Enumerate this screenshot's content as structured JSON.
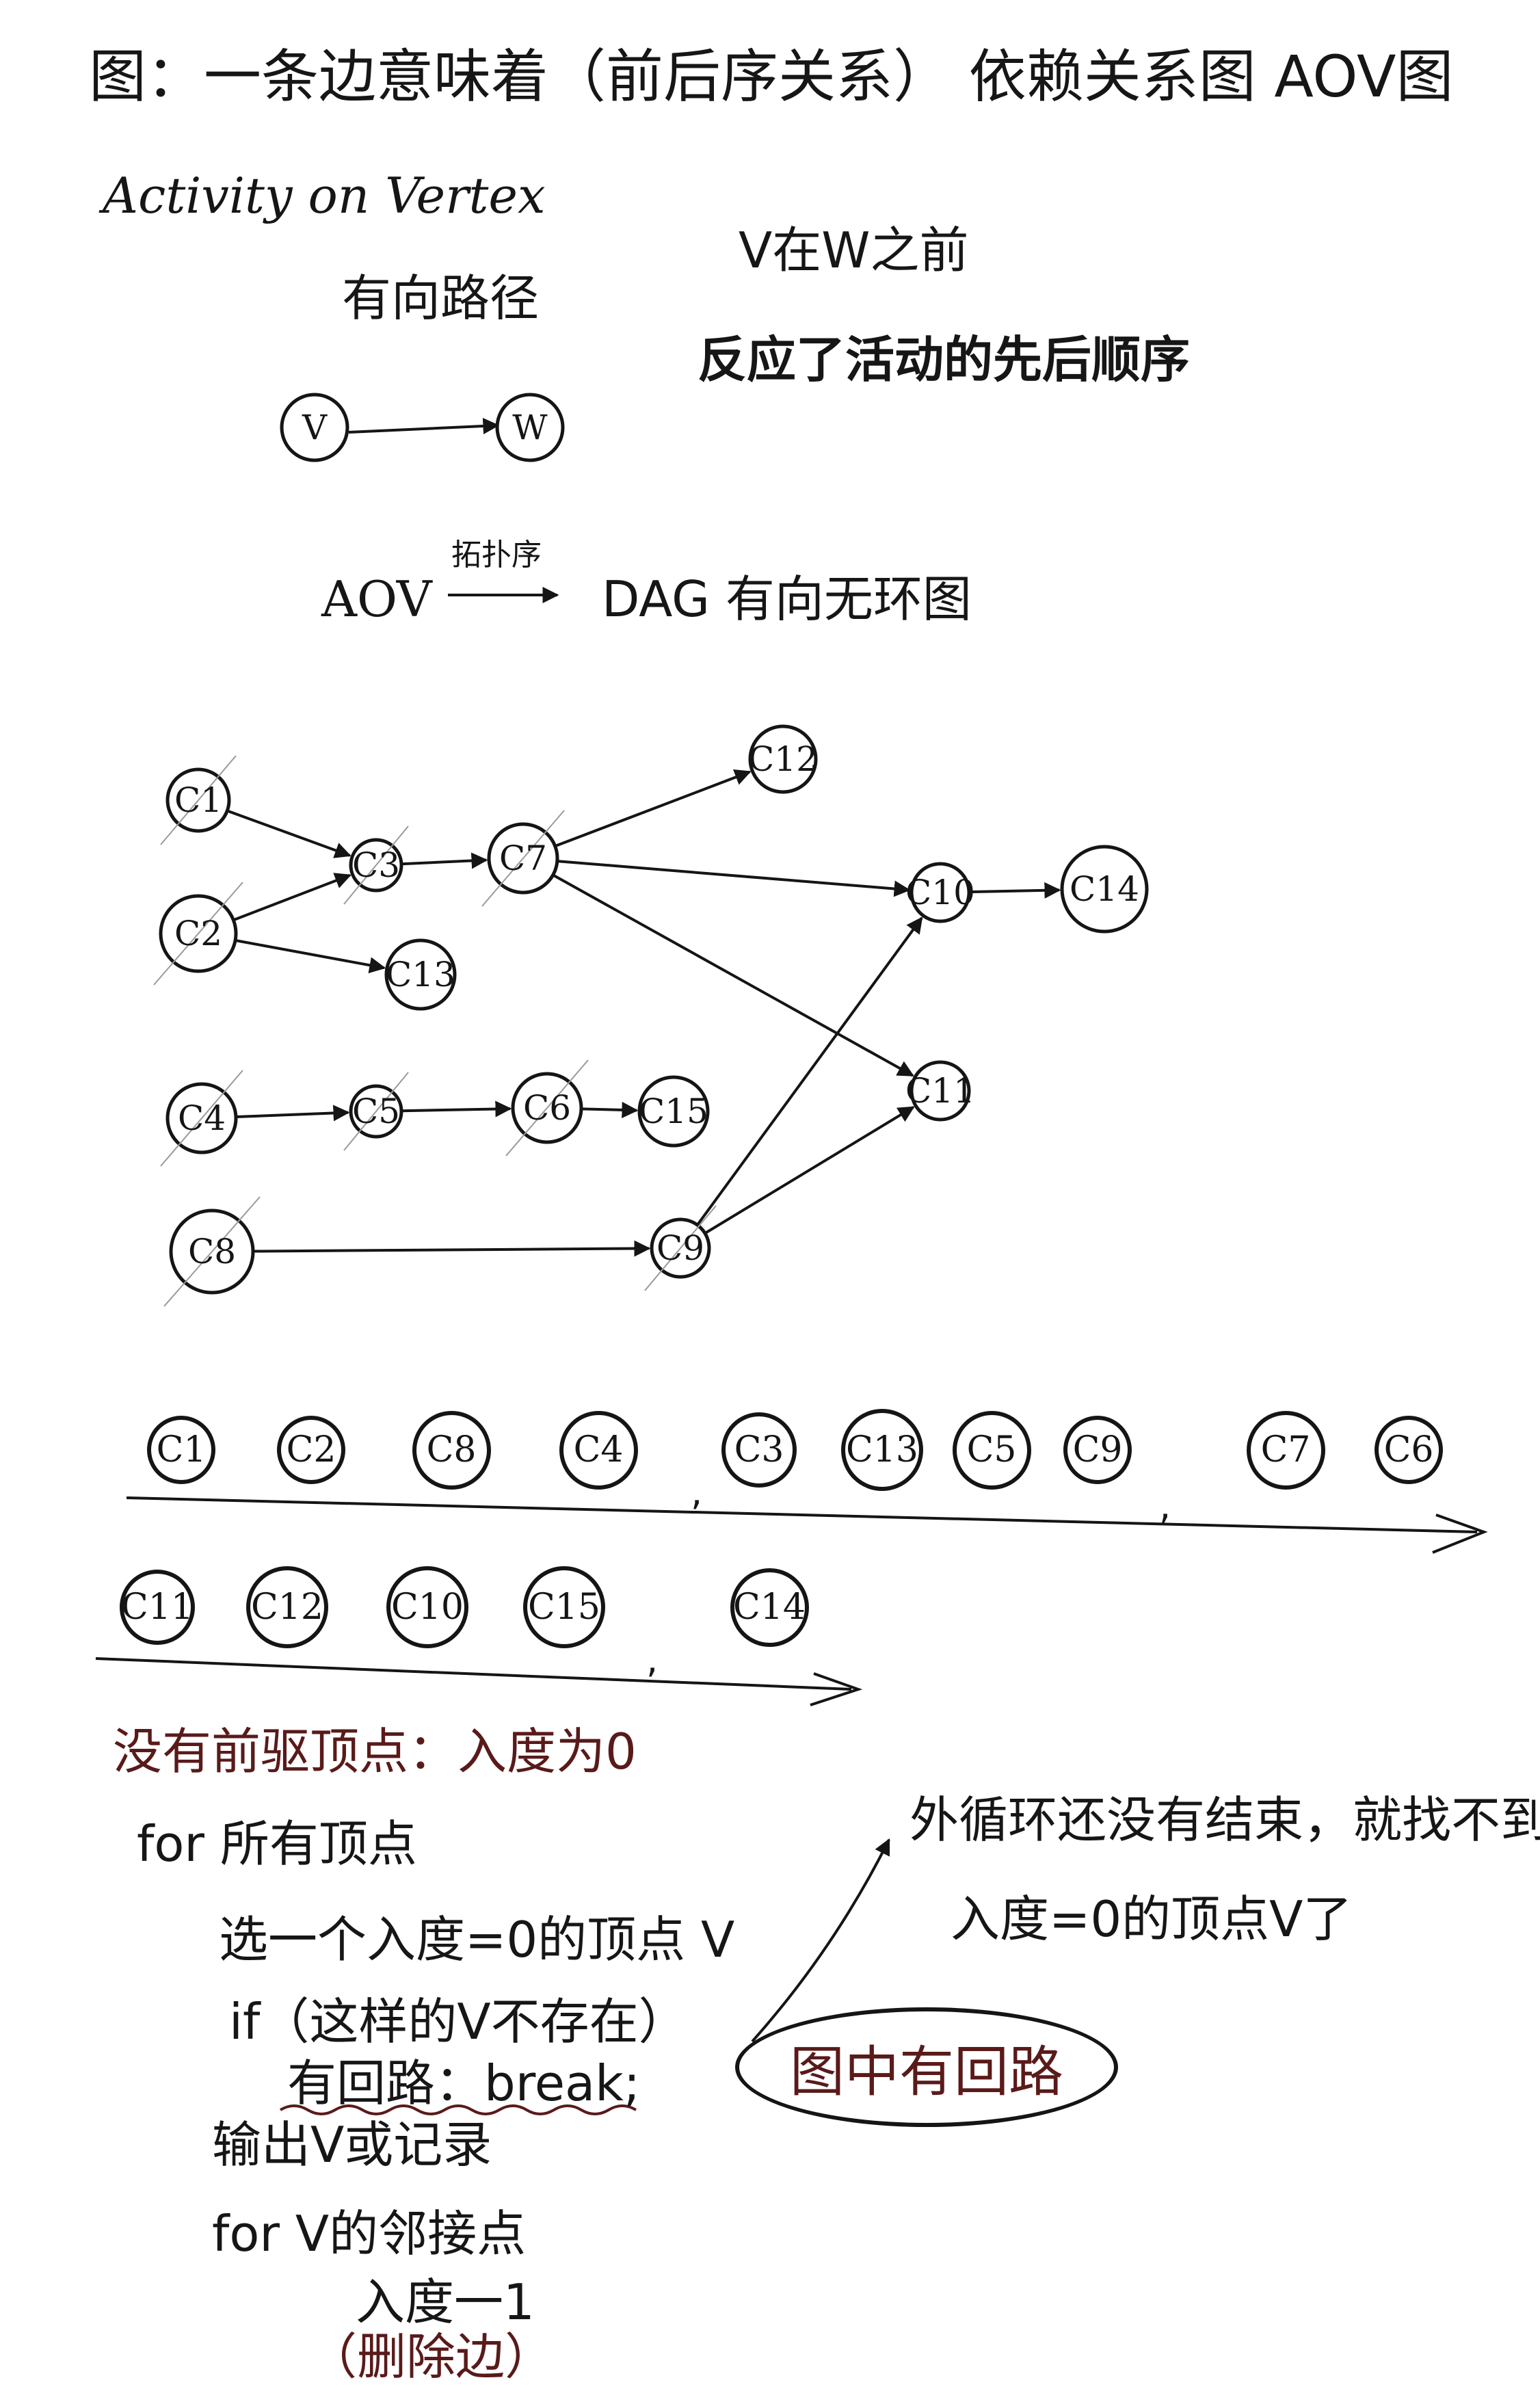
{
  "header": {
    "line1": "图：一条边意味着（前后序关系） 依赖关系图 AOV图",
    "line2": "Activity on Vertex"
  },
  "path_note": {
    "label": "有向路径",
    "v": "V",
    "w": "W",
    "before": "V在W之前",
    "meaning": "反应了活动的先后顺序"
  },
  "aov": {
    "left": "AOV",
    "arrow_label": "拓扑序",
    "right": "DAG 有向无环图"
  },
  "graph": {
    "nodes": [
      {
        "id": "C1",
        "label": "C1"
      },
      {
        "id": "C2",
        "label": "C2"
      },
      {
        "id": "C3",
        "label": "C3"
      },
      {
        "id": "C4",
        "label": "C4"
      },
      {
        "id": "C5",
        "label": "C5"
      },
      {
        "id": "C6",
        "label": "C6"
      },
      {
        "id": "C7",
        "label": "C7"
      },
      {
        "id": "C8",
        "label": "C8"
      },
      {
        "id": "C9",
        "label": "C9"
      },
      {
        "id": "C10",
        "label": "C10"
      },
      {
        "id": "C11",
        "label": "C11"
      },
      {
        "id": "C12",
        "label": "C12"
      },
      {
        "id": "C13",
        "label": "C13"
      },
      {
        "id": "C14",
        "label": "C14"
      },
      {
        "id": "C15",
        "label": "C15"
      }
    ],
    "edges": [
      [
        "C1",
        "C3"
      ],
      [
        "C2",
        "C3"
      ],
      [
        "C2",
        "C13"
      ],
      [
        "C3",
        "C7"
      ],
      [
        "C7",
        "C12"
      ],
      [
        "C7",
        "C10"
      ],
      [
        "C7",
        "C11"
      ],
      [
        "C10",
        "C14"
      ],
      [
        "C4",
        "C5"
      ],
      [
        "C5",
        "C6"
      ],
      [
        "C6",
        "C15"
      ],
      [
        "C8",
        "C9"
      ],
      [
        "C9",
        "C10"
      ],
      [
        "C9",
        "C11"
      ]
    ]
  },
  "order": {
    "row1": [
      "C1",
      "C2",
      "C8",
      "C4",
      "C3",
      "C13",
      "C5",
      "C9",
      "C7",
      "C6"
    ],
    "row2": [
      "C11",
      "C12",
      "C10",
      "C15",
      "C14"
    ],
    "separator": ","
  },
  "algorithm": {
    "heading": "没有前驱顶点：入度为0",
    "l1": "for  所有顶点",
    "l2": "选一个入度=0的顶点 V",
    "l3": "if（这样的V不存在）",
    "l4": "有回路：break;",
    "l5": "输出V或记录",
    "l6": "for V的邻接点",
    "l7": "入度一1",
    "l8": "（删除边）"
  },
  "side_note": {
    "line1": "外循环还没有结束，就找不到",
    "line2": "入度=0的顶点V了",
    "callout": "图中有回路"
  }
}
